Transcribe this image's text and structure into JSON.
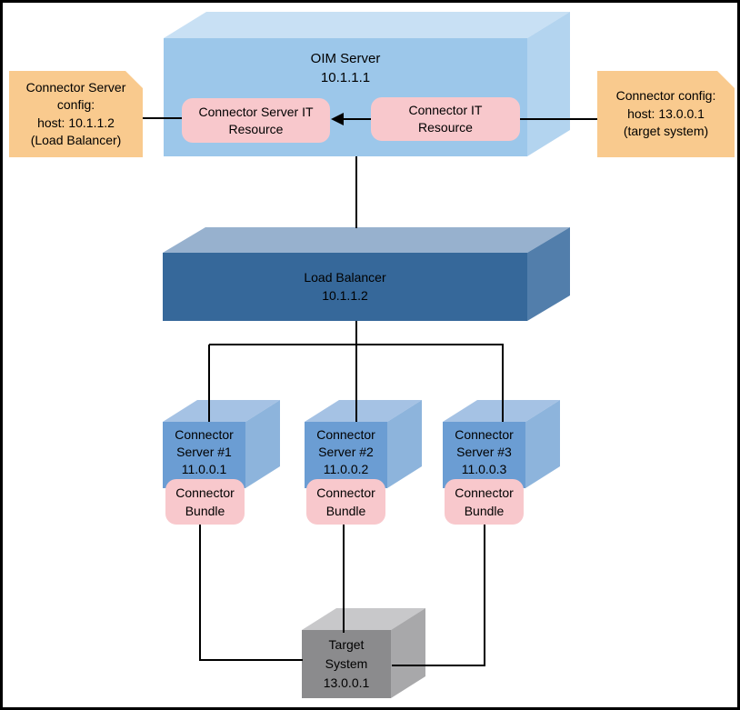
{
  "colors": {
    "background": "#FFFFFF",
    "border": "#000000",
    "line": "#000000",
    "text": "#000000",
    "oim_front": "#9CC7EA",
    "oim_top": "#C8E0F4",
    "oim_side": "#B3D4EF",
    "lb_front": "#36689A",
    "lb_top": "#97B1CE",
    "lb_side": "#527EAB",
    "server_front": "#6B9DD3",
    "server_top": "#A5C2E4",
    "server_side": "#8DB4DC",
    "target_front": "#8B8B8D",
    "target_top": "#C8C8CA",
    "target_side": "#A8A8AA",
    "resource_fill": "#F8C8CC",
    "note_fill": "#F9CA8E"
  },
  "oim_server": {
    "name": "OIM Server",
    "ip": "10.1.1.1"
  },
  "connector_server_it_resource": {
    "line1": "Connector Server IT",
    "line2": "Resource"
  },
  "connector_it_resource": {
    "line1": "Connector IT",
    "line2": "Resource"
  },
  "note_left": {
    "line1": "Connector Server",
    "line2": "config:",
    "line3": "host: 10.1.1.2",
    "line4": "(Load Balancer)"
  },
  "note_right": {
    "line1": "Connector config:",
    "line2": "host: 13.0.0.1",
    "line3": "(target system)"
  },
  "load_balancer": {
    "name": "Load Balancer",
    "ip": "10.1.1.2"
  },
  "connector_servers": [
    {
      "line1": "Connector",
      "line2": "Server #1",
      "line3": "11.0.0.1",
      "bundle_line1": "Connector",
      "bundle_line2": "Bundle"
    },
    {
      "line1": "Connector",
      "line2": "Server #2",
      "line3": "11.0.0.2",
      "bundle_line1": "Connector",
      "bundle_line2": "Bundle"
    },
    {
      "line1": "Connector",
      "line2": "Server #3",
      "line3": "11.0.0.3",
      "bundle_line1": "Connector",
      "bundle_line2": "Bundle"
    }
  ],
  "target_system": {
    "line1": "Target",
    "line2": "System",
    "line3": "13.0.0.1"
  }
}
